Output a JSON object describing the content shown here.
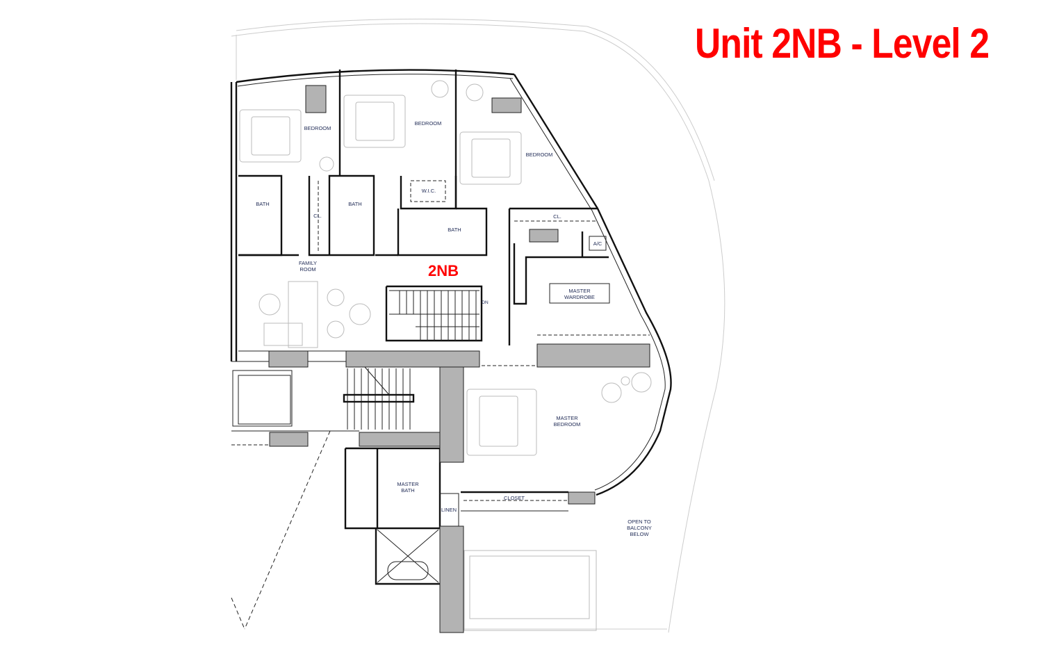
{
  "title": "Unit 2NB - Level 2",
  "unit_label": "2NB",
  "colors": {
    "title": "#ff0000",
    "label": "#1f2a55",
    "structure": "#b3b3b3"
  },
  "rooms": {
    "bedroom_1": "BEDROOM",
    "bedroom_2": "BEDROOM",
    "bedroom_3": "BEDROOM",
    "bath_1": "BATH",
    "bath_2": "BATH",
    "bath_3": "BATH",
    "closet_1": "CL.",
    "closet_2": "CL.",
    "wic": "W.I.C.",
    "family_room": [
      "FAMILY",
      "ROOM"
    ],
    "stair_dn": "DN",
    "ac": "A/C",
    "master_wardrobe": [
      "MASTER",
      "WARDROBE"
    ],
    "master_bedroom": [
      "MASTER",
      "BEDROOM"
    ],
    "master_bath": [
      "MASTER",
      "BATH"
    ],
    "linen": "LINEN",
    "closet": "CLOSET",
    "open_to_balcony": [
      "OPEN TO",
      "BALCONY",
      "BELOW"
    ]
  }
}
